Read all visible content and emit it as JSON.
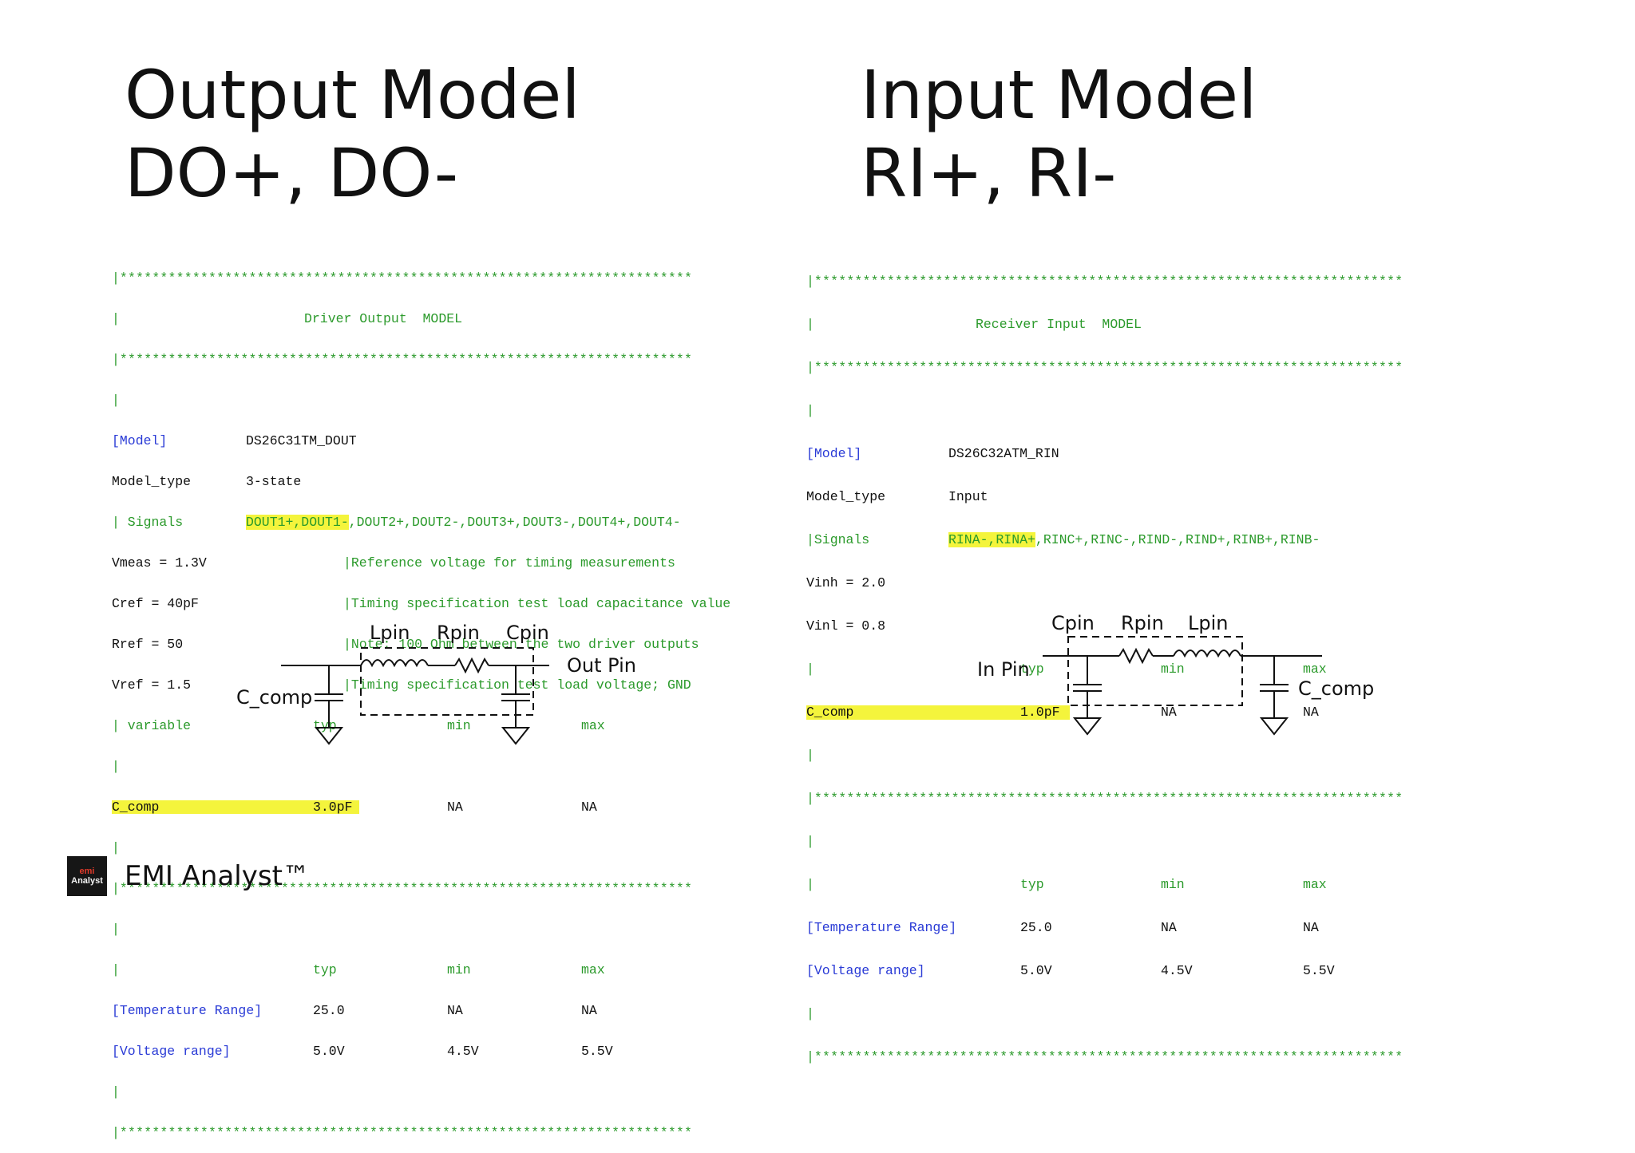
{
  "left_title": {
    "line1": "Output Model",
    "line2": "DO+, DO-"
  },
  "right_title": {
    "line1": "Input Model",
    "line2": "RI+, RI-"
  },
  "output_ibis": {
    "stars": "***********************************************************************",
    "heading": "Driver Output  MODEL",
    "model_key": "[Model]",
    "model_val": "DS26C31TM_DOUT",
    "type_key": "Model_type",
    "type_val": "3-state",
    "signals_key": "| Signals",
    "signals_hl": "DOUT1+,DOUT1-",
    "signals_rest": ",DOUT2+,DOUT2-,DOUT3+,DOUT3-,DOUT4+,DOUT4-",
    "vmeas": "Vmeas = 1.3V",
    "cref": "Cref = 40pF",
    "rref": "Rref = 50",
    "vref": "Vref = 1.5",
    "note1": "|Reference voltage for timing measurements",
    "note2": "|Timing specification test load capacitance value",
    "note3": "|Note: 100 Ohm between the two driver outputs",
    "note4": "|Timing specification test load voltage; GND",
    "var_header": "| variable",
    "col_typ": "typ",
    "col_min": "min",
    "col_max": "max",
    "ccomp_key": "C_comp",
    "ccomp_typ": "3.0pF",
    "ccomp_min": "NA",
    "ccomp_max": "NA",
    "temp_key": "[Temperature Range]",
    "temp_typ": "25.0",
    "temp_min": "NA",
    "temp_max": "NA",
    "volt_key": "[Voltage range]",
    "volt_typ": "5.0V",
    "volt_min": "4.5V",
    "volt_max": "5.5V"
  },
  "input_ibis": {
    "stars": "*************************************************************************",
    "heading": "Receiver Input  MODEL",
    "model_key": "[Model]",
    "model_val": "DS26C32ATM_RIN",
    "type_key": "Model_type",
    "type_val": "Input",
    "signals_key": "|Signals",
    "signals_hl": "RINA-,RINA+",
    "signals_rest": ",RINC+,RINC-,RIND-,RIND+,RINB+,RINB-",
    "vinh": "Vinh = 2.0",
    "vinl": "Vinl = 0.8",
    "col_typ": "typ",
    "col_min": "min",
    "col_max": "max",
    "ccomp_key": "C_comp",
    "ccomp_typ": "1.0pF",
    "ccomp_min": "NA",
    "ccomp_max": "NA",
    "temp_key": "[Temperature Range]",
    "temp_typ": "25.0",
    "temp_min": "NA",
    "temp_max": "NA",
    "volt_key": "[Voltage range]",
    "volt_typ": "5.0V",
    "volt_min": "4.5V",
    "volt_max": "5.5V"
  },
  "output_circuit": {
    "lpin": "Lpin",
    "rpin": "Rpin",
    "cpin": "Cpin",
    "pin": "Out Pin",
    "ccomp": "C_comp"
  },
  "input_circuit": {
    "cpin": "Cpin",
    "rpin": "Rpin",
    "lpin": "Lpin",
    "pin": "In Pin",
    "ccomp": "C_comp"
  },
  "footer": {
    "logo_top": "emi",
    "logo_bottom": "Analyst",
    "brand": "EMI Analyst™"
  },
  "colors": {
    "keyword_blue": "#2a3bd6",
    "comment_green": "#2b9a2b",
    "highlight": "#f4f43c"
  }
}
